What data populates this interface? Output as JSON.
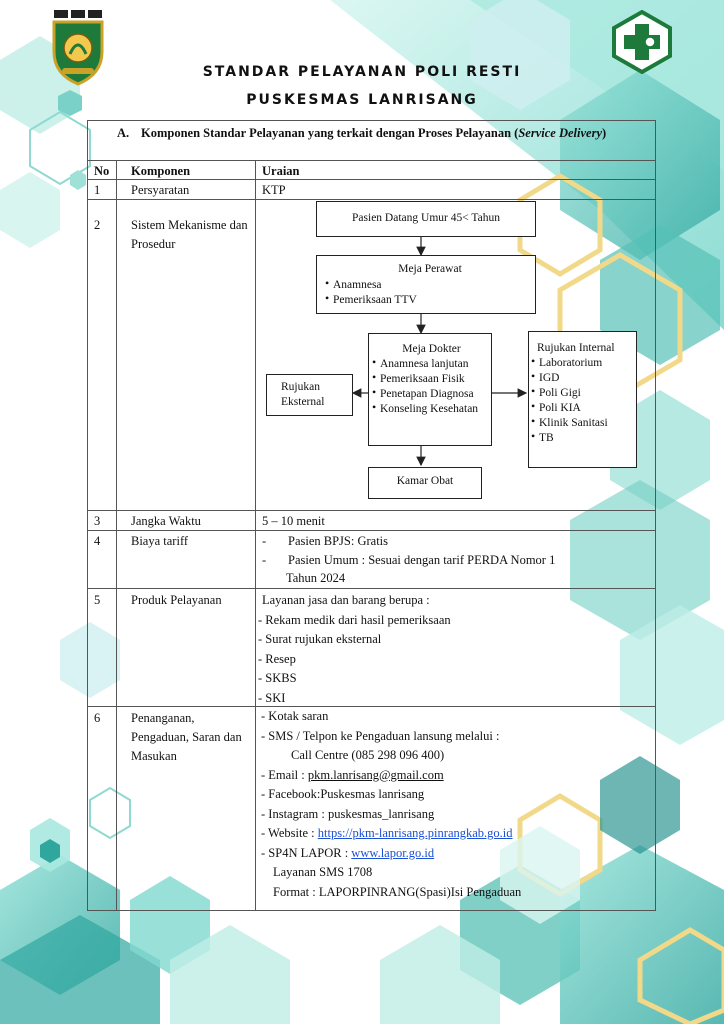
{
  "header": {
    "title_line1": "STANDAR PELAYANAN POLI RESTI",
    "title_line2": "PUSKESMAS LANRISANG"
  },
  "section": {
    "label": "A.",
    "title": "Komponen Standar Pelayanan yang terkait dengan Proses Pelayanan (",
    "title_italic": "Service Delivery",
    "title_end": ")"
  },
  "table": {
    "headers": {
      "no": "No",
      "komponen": "Komponen",
      "uraian": "Uraian"
    },
    "rows": {
      "r1": {
        "no": "1",
        "komponen": "Persyaratan",
        "uraian": "KTP"
      },
      "r2": {
        "no": "2",
        "komponen": "Sistem Mekanisme dan Prosedur"
      },
      "r3": {
        "no": "3",
        "komponen": "Jangka  Waktu",
        "uraian": "5 – 10 menit"
      },
      "r4": {
        "no": "4",
        "komponen": "Biaya  tariff",
        "items": [
          "-",
          "Pasien  BPJS:  Gratis",
          "-",
          "Pasien  Umum  :  Sesuai dengan tarif PERDA Nomor 1",
          "Tahun 2024"
        ]
      },
      "r5": {
        "no": "5",
        "komponen": "Produk  Pelayanan",
        "intro": "Layanan jasa  dan  barang  berupa  :",
        "items": [
          "- Rekam  medik  dari  hasil  pemeriksaan",
          "- Surat  rujukan  eksternal",
          "- Resep",
          "- SKBS",
          "- SKI"
        ]
      },
      "r6": {
        "no": "6",
        "komponen": "Penanganan, Pengaduan, Saran dan Masukan",
        "kotak": "-  Kotak  saran",
        "sms": "-  SMS  /  Telpon ke Pengaduan lansung melalui  :",
        "call": "Call Centre  (085  298  096  400)",
        "email_label": "-  Email   :   ",
        "email": "pkm.lanrisang@gmail.com",
        "facebook": "-  Facebook:Puskesmas  lanrisang",
        "instagram": "-  Instagram   :   puskesmas_lanrisang",
        "website_label": "-  Website    :    ",
        "website": "https://pkm-lanrisang.pinrangkab.go.id",
        "lapor_label": "-  SP4N LAPOR : ",
        "lapor": "www.lapor.go.id",
        "sms_lapor": "Layanan SMS  1708",
        "format": "Format  :  LAPORPINRANG(Spasi)Isi  Pengaduan"
      }
    }
  },
  "flowchart": {
    "start": "Pasien  Datang  Umur  45<  Tahun",
    "perawat": {
      "title": "Meja  Perawat",
      "items": [
        "Anamnesa",
        "Pemeriksaan   TTV"
      ]
    },
    "dokter": {
      "title": "Meja  Dokter",
      "items": [
        "Anamnesa lanjutan",
        "Pemeriksaan Fisik",
        "Penetapan  Diagnosa",
        "Konseling Kesehatan"
      ]
    },
    "eksternal": "Rujukan Eksternal",
    "internal": {
      "title": "Rujukan  Internal",
      "items": [
        "Laboratorium",
        "IGD",
        "Poli  Gigi",
        "Poli  KIA",
        "Klinik  Sanitasi",
        "TB"
      ]
    },
    "obat": "Kamar  Obat"
  },
  "colors": {
    "teal": "#5cc8c0",
    "teal_dark": "#1f8f8a",
    "mint": "#bfeee6",
    "yellow": "#f2d98a",
    "logo_green": "#1d7a3a"
  },
  "icons": {
    "left_logo": "regency-emblem-icon",
    "right_logo": "puskesmas-cross-icon"
  }
}
